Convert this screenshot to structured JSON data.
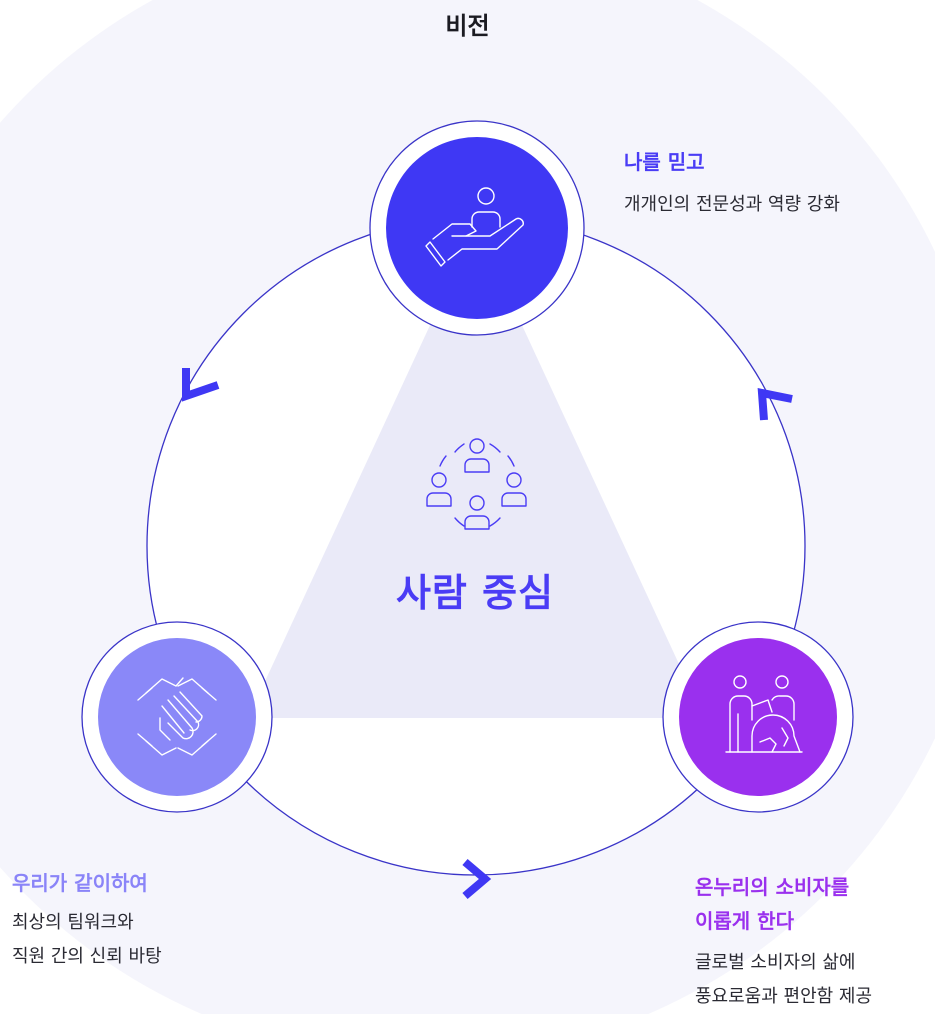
{
  "title": "비전",
  "center": {
    "label": "사람 중심",
    "icon": "people-circle-icon"
  },
  "nodes": [
    {
      "title": "나를 믿고",
      "desc": "개개인의 전문성과 역량 강화",
      "icon": "hand-holding-person-icon",
      "color": "#3f38f4"
    },
    {
      "title": "우리가 같이하여",
      "desc1": "최상의 팀워크와",
      "desc2": "직원 간의 신뢰 바탕",
      "icon": "stacked-hands-icon",
      "color": "#8a88f8"
    },
    {
      "title1": "온누리의 소비자를",
      "title2": "이롭게 한다",
      "desc1": "글로벌 소비자의 삶에",
      "desc2": "풍요로움과 편안함 제공",
      "icon": "people-globe-icon",
      "color": "#9a30ee"
    }
  ],
  "colors": {
    "accent": "#4a3cf5",
    "triangle": "#eaeaf8",
    "background": "#f5f5fc"
  }
}
